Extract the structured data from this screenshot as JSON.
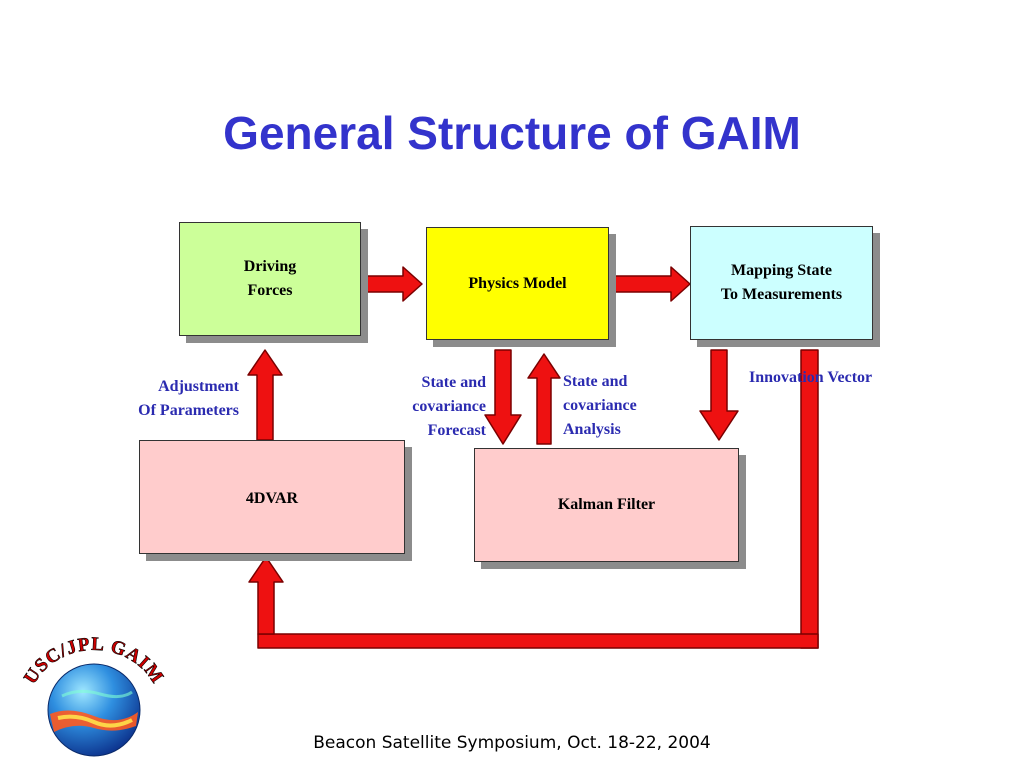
{
  "title": "General Structure of GAIM",
  "boxes": {
    "driving_forces": "Driving\nForces",
    "physics_model": "Physics Model",
    "mapping_state": "Mapping State\nTo Measurements",
    "fourdvar": "4DVAR",
    "kalman_filter": "Kalman Filter"
  },
  "labels": {
    "adjustment": "Adjustment\nOf Parameters",
    "forecast": "State and\ncovariance\nForecast",
    "analysis": "State and\ncovariance\nAnalysis",
    "innovation": "Innovation Vector"
  },
  "footer": "Beacon Satellite Symposium, Oct. 18-22, 2004",
  "logo": {
    "text": "USC/JPL GAIM",
    "icon": "globe-icon"
  },
  "colors": {
    "title": "#3333cc",
    "label": "#2b2bb0",
    "arrow_fill": "#ee1111",
    "arrow_stroke": "#7a0000",
    "driving_forces": "#ccff99",
    "physics_model": "#ffff00",
    "mapping_state": "#ccffff",
    "fourdvar": "#ffcccc",
    "kalman_filter": "#ffcccc"
  }
}
